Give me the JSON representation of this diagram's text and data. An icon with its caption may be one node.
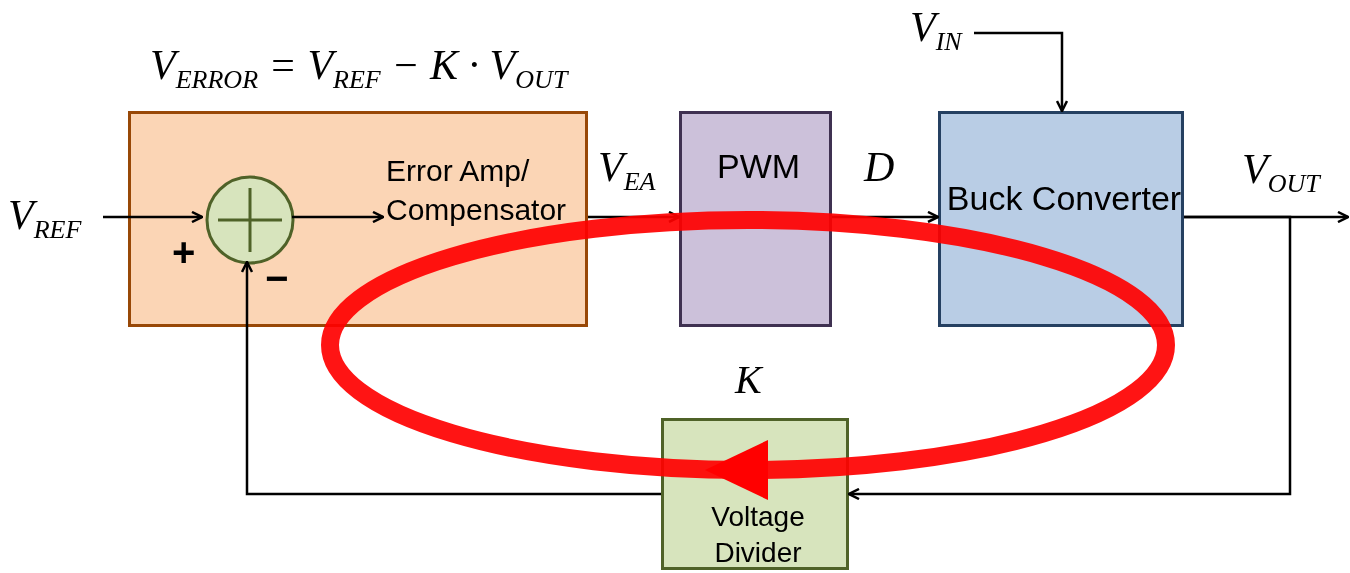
{
  "diagram": {
    "nodes": [
      {
        "text": [],
        "shape": "box"
      },
      {
        "text": [],
        "shape": "circle",
        "in": 0,
        "beside": [
          "+",
          "−"
        ]
      },
      {
        "text": [
          "Error Amp/ Compensator"
        ],
        "in": 0
      },
      {
        "text": [
          "PWM"
        ]
      },
      {
        "text": [
          "Buck Converter"
        ]
      },
      {
        "text": [
          "Voltage Divider"
        ],
        "beside": [
          "K"
        ]
      },
      {
        "text": [
          "V$_{REF}$"
        ]
      },
      {
        "text": [
          "V$_{IN}$"
        ]
      }
    ],
    "edges": [
      {
        "from": 6,
        "to": 1,
        "arrow": "to"
      },
      {
        "from": 1,
        "to": 2,
        "arrow": "to"
      },
      {
        "from": 0,
        "to": 3,
        "arrow": "to",
        "label": "V$_{EA}$"
      },
      {
        "from": 3,
        "to": 4,
        "arrow": "to",
        "label": "D"
      },
      {
        "from": 7,
        "to": 4,
        "arrow": "to"
      },
      {
        "from": 4,
        "to": null,
        "arrow": "to",
        "label": "V$_{OUT}$"
      },
      {
        "from": 4,
        "to": 5,
        "arrow": "to"
      },
      {
        "from": 5,
        "to": 1,
        "arrow": "to"
      }
    ],
    "labels": [
      "V$_{ERROR}$ = V$_{REF}$ − K · V$_{OUT}$"
    ]
  }
}
